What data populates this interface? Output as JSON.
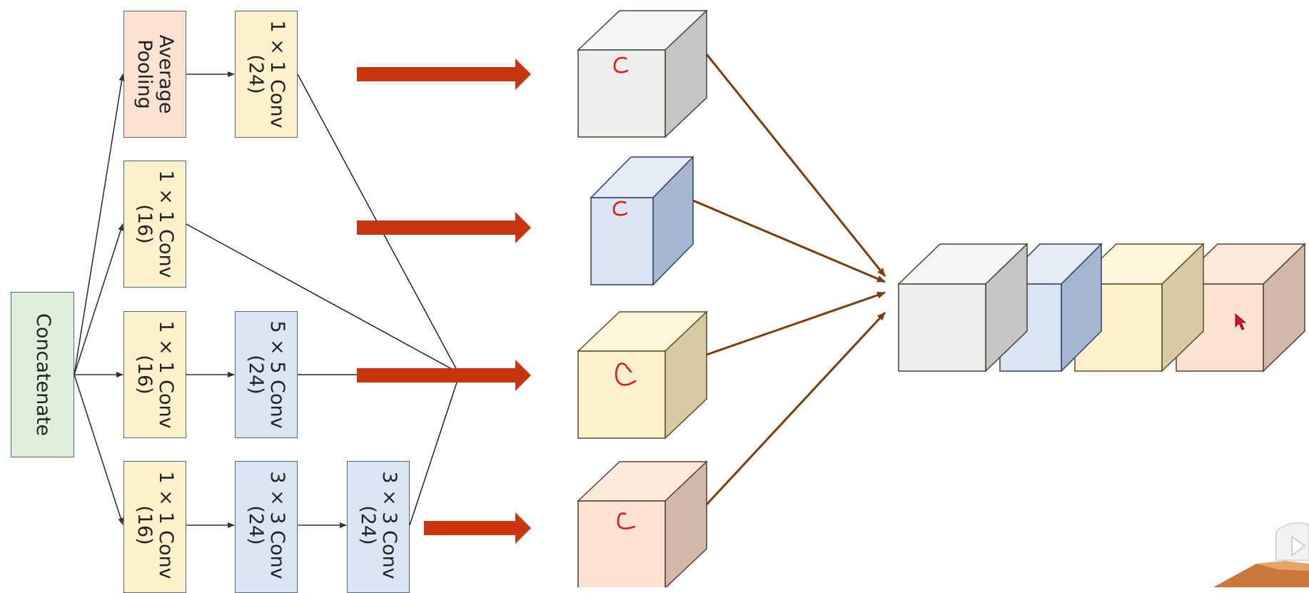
{
  "concat": {
    "label": "Concatenate"
  },
  "boxes": {
    "avg_pool": {
      "line1": "Average",
      "line2": "Pooling"
    },
    "pool_conv": {
      "line1": "1 × 1 Conv",
      "line2": "(24)"
    },
    "b2_conv1": {
      "line1": "1 × 1 Conv",
      "line2": "(16)"
    },
    "b3_conv1": {
      "line1": "1 × 1 Conv",
      "line2": "(16)"
    },
    "b3_conv5": {
      "line1": "5 × 5 Conv",
      "line2": "(24)"
    },
    "b4_conv1": {
      "line1": "1 × 1 Conv",
      "line2": "(16)"
    },
    "b4_conv3a": {
      "line1": "3 × 3 Conv",
      "line2": "(24)"
    },
    "b4_conv3b": {
      "line1": "3 × 3 Conv",
      "line2": "(24)"
    }
  },
  "cube_marks": [
    "c",
    "c",
    "C",
    "C"
  ],
  "colors": {
    "yellow": "#fdf1cb",
    "blue": "#dae5f4",
    "pink": "#fbe2d3",
    "green": "#e0efda",
    "grey_cube": "#eceeec",
    "red_arrow": "#c8360f",
    "brown_arrow": "#7a3e0e",
    "mark": "#e0191d"
  }
}
